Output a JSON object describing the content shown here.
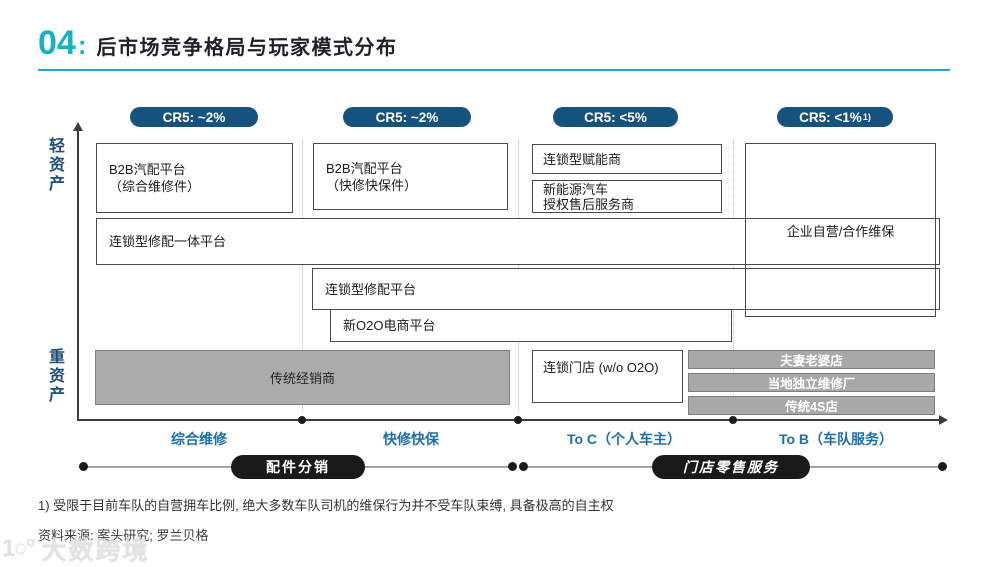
{
  "header": {
    "number": "04",
    "separator": ":",
    "title": "后市场竞争格局与玩家模式分布"
  },
  "y_axis": {
    "top": "轻资产",
    "bottom": "重资产"
  },
  "cr5_badges": [
    {
      "label": "CR5: ~2%"
    },
    {
      "label": "CR5: ~2%"
    },
    {
      "label": "CR5: <5%"
    },
    {
      "label": "CR5: <1%",
      "sup": "1)"
    }
  ],
  "boxes": {
    "b2b_comprehensive": {
      "line1": "B2B汽配平台",
      "line2": "（综合维修件）"
    },
    "b2b_quick": {
      "line1": "B2B汽配平台",
      "line2": "（快修快保件）"
    },
    "chain_enabler": {
      "label": "连锁型赋能商"
    },
    "nev_after_sales": {
      "line1": "新能源汽车",
      "line2": "授权售后服务商"
    },
    "enterprise_self": {
      "label": "企业自营/合作维保"
    },
    "chain_repair_parts_integrated": {
      "label": "连锁型修配一体平台"
    },
    "chain_repair_parts": {
      "label": "连锁型修配平台"
    },
    "new_o2o": {
      "label": "新O2O电商平台"
    },
    "chain_store": {
      "label": "连锁门店 (w/o O2O)"
    },
    "traditional_dealer": {
      "label": "传统经销商"
    },
    "mom_pop_shop": {
      "label": "夫妻老婆店"
    },
    "local_independent": {
      "label": "当地独立维修厂"
    },
    "traditional_4s": {
      "label": "传统4S店"
    }
  },
  "x_axis": {
    "labels": [
      "综合维修",
      "快修快保",
      "To C（个人车主）",
      "To B（车队服务）"
    ]
  },
  "connectors": [
    {
      "label": "配件分销"
    },
    {
      "label": "门店零售服务"
    }
  ],
  "footnote": "1) 受限于目前车队的自营拥车比例, 绝大多数车队司机的维保行为并不受车队束缚, 具备极高的自主权",
  "source": "资料来源: 案头研究; 罗兰贝格",
  "watermark": {
    "logo": "1○°",
    "text": "大数跨境"
  },
  "colors": {
    "accent_cyan": "#17b1c6",
    "rule_teal": "#25a3cc",
    "badge_blue": "#15537e",
    "label_blue": "#1b6fad",
    "axis_navy": "#1f4e7c",
    "box_border": "#4a4a4a",
    "gray_fill": "#ababab",
    "bar_gray": "#a8a8a8",
    "pill_black": "#1a1a1a"
  }
}
